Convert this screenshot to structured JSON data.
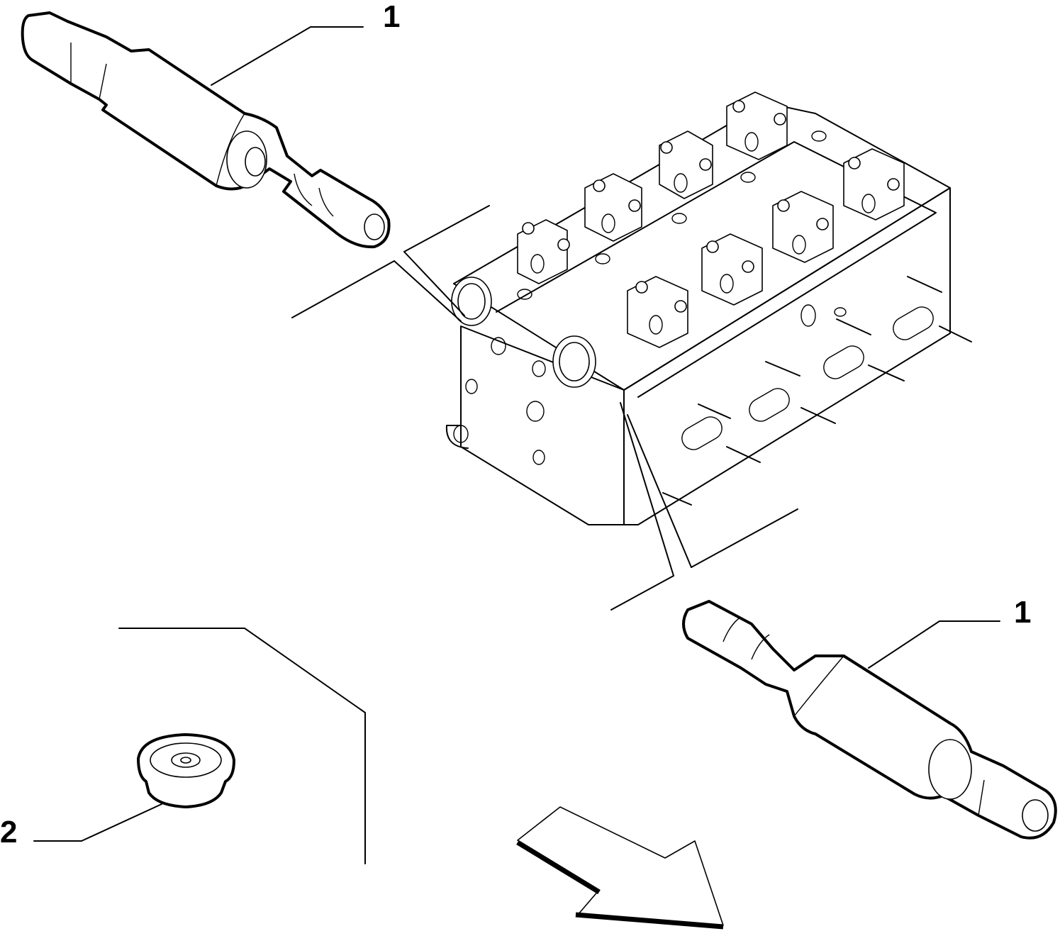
{
  "callouts": {
    "solenoid_upper": "1",
    "solenoid_lower": "1",
    "plug": "2"
  }
}
